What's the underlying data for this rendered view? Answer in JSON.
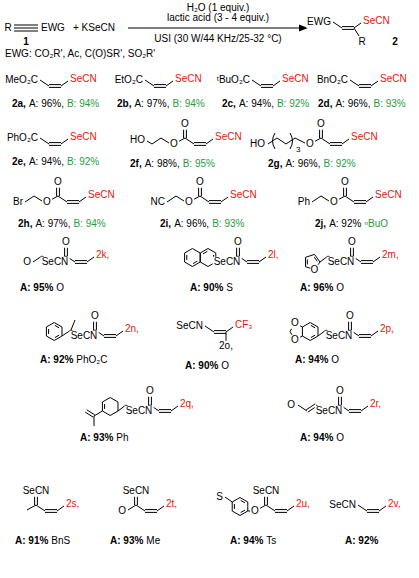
{
  "diagram": {
    "labels": [
      "R",
      "EWG",
      "1",
      "+ KSeCN",
      "H₂O (1 equiv.)",
      "lactic acid (3 - 4 equiv.)",
      "USI (30 W/44 KHz/25-32 °C)",
      "EWG",
      "SeCN",
      "R",
      "2",
      "EWG: CO₂R', Ac, C(O)SR', SO₂R'",
      "MeO₂C",
      "SeCN",
      "2a,",
      "A: 96%,",
      "B: 94%",
      "EtO₂C",
      "SeCN",
      "2b,",
      "A: 97%,",
      "B: 94%",
      "ᵗBuO₂C",
      "SeCN",
      "2c,",
      "A: 94%,",
      "B: 92%",
      "BnO₂C",
      "SeCN",
      "2d,",
      "A: 96%,",
      "B: 93%",
      "PhO₂C",
      "SeCN",
      "2e,",
      "A: 94%,",
      "B: 92%",
      "HO",
      "O",
      "O",
      "SeCN",
      "2f,",
      "A: 98%,",
      "B: 95%",
      "HO",
      "3",
      "O",
      "O",
      "SeCN",
      "2g,",
      "A: 96%,",
      "B: 92%",
      "Br",
      "O",
      "O",
      "SeCN",
      "2h,",
      "A: 97%,",
      "B: 94%",
      "NC",
      "O",
      "O",
      "SeCN",
      "2i,",
      "A: 96%,",
      "B: 93%",
      "Ph",
      "O",
      "O",
      "SeCN",
      "2j,",
      "A: 92%",
      "ⁿBuO",
      "O",
      "O",
      "SeCN",
      "2k,",
      "A: 95%",
      "O",
      "O",
      "SeCN",
      "2l,",
      "A: 90%",
      "S",
      "O",
      "O",
      "SeCN",
      "2m,",
      "A: 96%",
      "O",
      "O",
      "SeCN",
      "2n,",
      "A: 92%",
      "PhO₂C",
      "SeCN",
      "CF₃",
      "2o,",
      "A: 90%",
      "O",
      "O",
      "O",
      "O",
      "SeCN",
      "2p,",
      "A: 94%",
      "O",
      "O",
      "SeCN",
      "2q,",
      "A: 93%",
      "Ph",
      "O",
      "O",
      "SeCN",
      "2r,",
      "A: 94%",
      "O",
      "SeCN",
      "2s,",
      "A: 91%",
      "BnS",
      "O",
      "SeCN",
      "2t,",
      "A: 93%",
      "Me",
      "S",
      "O",
      "SeCN",
      "2u,",
      "A: 94%",
      "Ts",
      "SeCN",
      "2v,",
      "A: 92%"
    ]
  }
}
